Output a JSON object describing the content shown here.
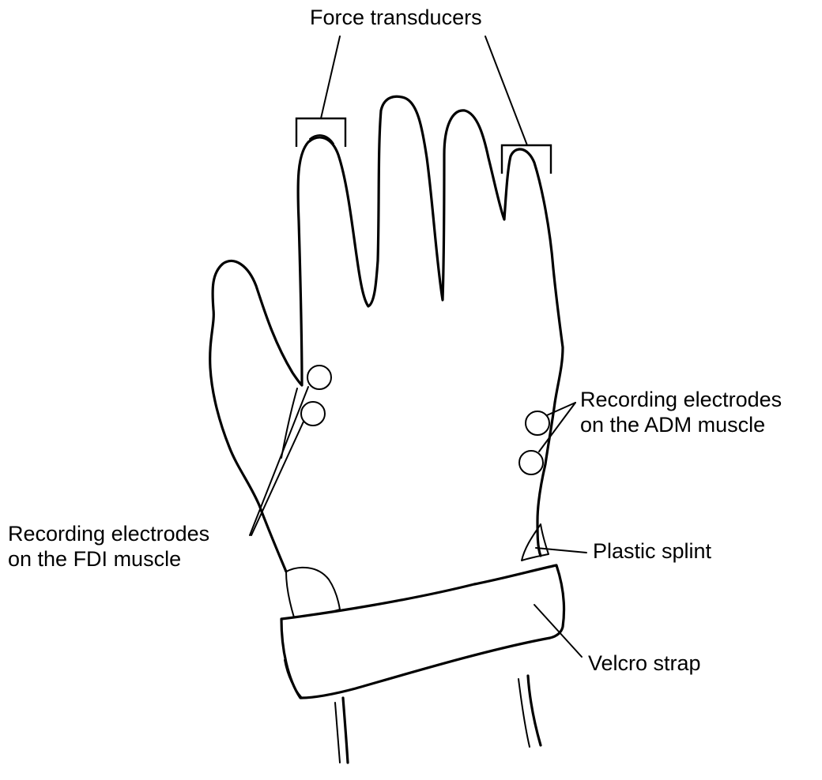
{
  "labels": {
    "force_transducers": "Force transducers",
    "adm_electrodes_line1": "Recording electrodes",
    "adm_electrodes_line2": "on the ADM muscle",
    "fdi_electrodes_line1": "Recording electrodes",
    "fdi_electrodes_line2": "on the FDI muscle",
    "plastic_splint": "Plastic splint",
    "velcro_strap": "Velcro strap"
  },
  "colors": {
    "ink": "#000000",
    "background": "#ffffff"
  }
}
